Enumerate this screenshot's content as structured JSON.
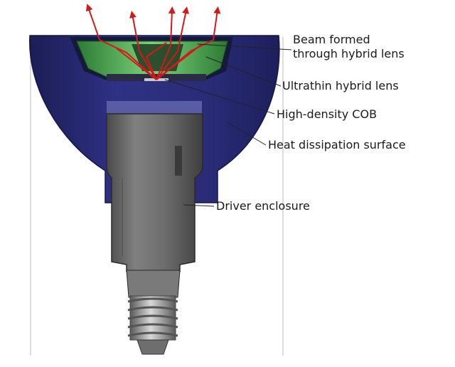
{
  "labels": {
    "beam_line1": "Beam formed",
    "beam_line2": "through hybrid lens",
    "lens": "Ultrathin hybrid lens",
    "cob": "High-density COB",
    "heat": "Heat dissipation surface",
    "driver": "Driver enclosure"
  },
  "colors": {
    "housing": "#2a2c78",
    "housing_dark": "#1b1d55",
    "housing_light": "#4f52a8",
    "lens_green": "#5fc25f",
    "lens_dark": "#1f6d2a",
    "driver_gray": "#6d6d6d",
    "driver_dark": "#3f3f3f",
    "beam_arrow": "#d41818",
    "leader_line": "#222222"
  },
  "icons": [
    "led-lamp-cutaway",
    "beam-arrow-icon",
    "screw-base-icon"
  ]
}
